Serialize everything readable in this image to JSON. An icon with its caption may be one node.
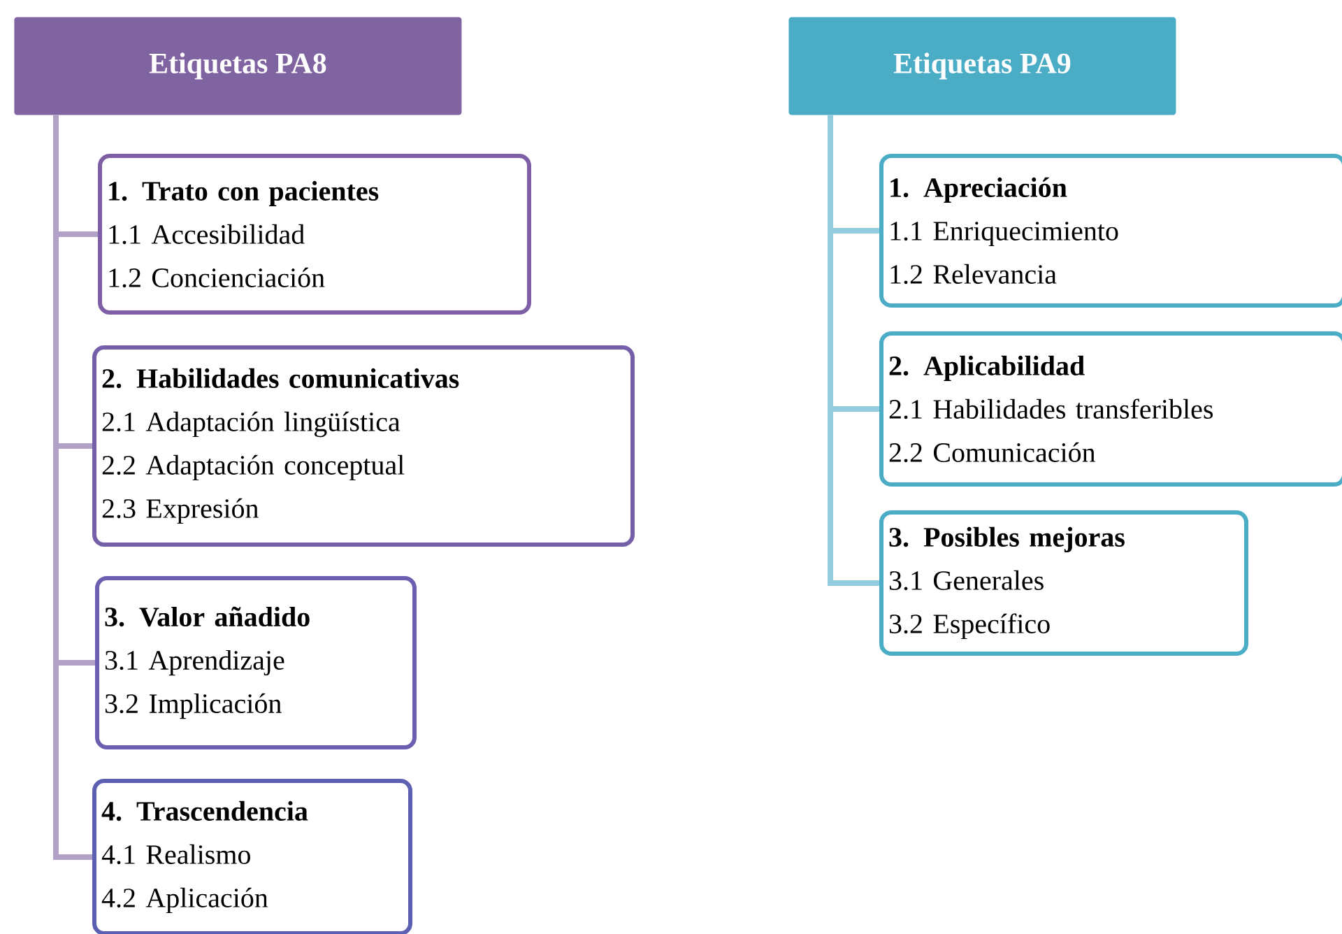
{
  "diagram": {
    "nodes": [
      {
        "text": [
          "Etiquetas PA8"
        ]
      },
      {
        "text": [
          "1. Trato con pacientes",
          "1.1 Accesibilidad",
          "1.2 Concienciación"
        ]
      },
      {
        "text": [
          "2. Habilidades comunicativas",
          "2.1 Adaptación lingüística",
          "2.2 Adaptación conceptual",
          "2.3 Expresión"
        ]
      },
      {
        "text": [
          "3. Valor añadido",
          "3.1 Aprendizaje",
          "3.2 Implicación"
        ]
      },
      {
        "text": [
          "4. Trascendencia",
          "4.1 Realismo",
          "4.2 Aplicación"
        ]
      },
      {
        "text": [
          "Etiquetas PA9"
        ]
      },
      {
        "text": [
          "1. Apreciación",
          "1.1 Enriquecimiento",
          "1.2 Relevancia"
        ]
      },
      {
        "text": [
          "2. Aplicabilidad",
          "2.1 Habilidades transferibles",
          "2.2 Comunicación"
        ]
      },
      {
        "text": [
          "3. Posibles mejoras",
          "3.1 Generales",
          "3.2 Específico"
        ]
      }
    ],
    "edges": [
      {
        "from": 0,
        "to": 1,
        "arrow": "none",
        "color": "#b3a2c7"
      },
      {
        "from": 0,
        "to": 2,
        "arrow": "none",
        "color": "#b3a2c7"
      },
      {
        "from": 0,
        "to": 3,
        "arrow": "none",
        "color": "#b3a2c7"
      },
      {
        "from": 0,
        "to": 4,
        "arrow": "none",
        "color": "#b3a2c7"
      },
      {
        "from": 5,
        "to": 6,
        "arrow": "none",
        "color": "#93cddd"
      },
      {
        "from": 5,
        "to": 7,
        "arrow": "none",
        "color": "#93cddd"
      },
      {
        "from": 5,
        "to": 8,
        "arrow": "none",
        "color": "#93cddd"
      }
    ]
  }
}
